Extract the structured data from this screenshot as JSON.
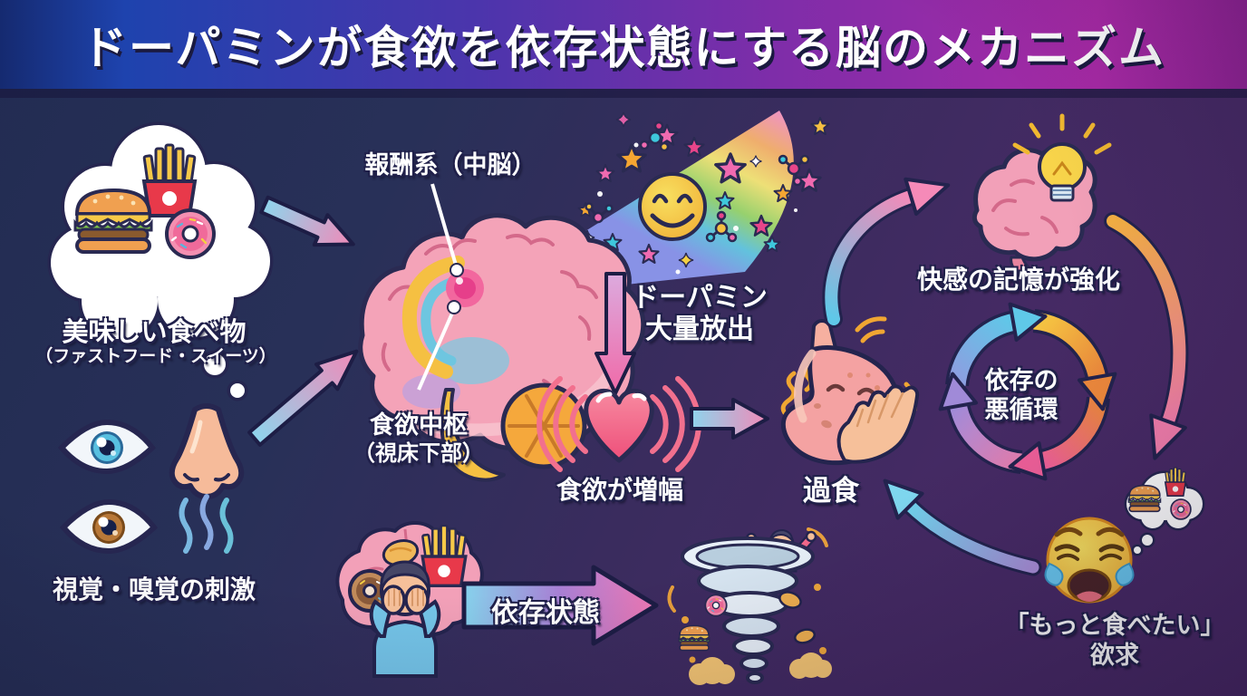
{
  "title": "ドーパミンが食欲を依存状態にする脳のメカニズム",
  "colors": {
    "header_left": "#1e43ae",
    "header_right": "#a82aa6",
    "background_top_left": "#222c52",
    "background_bottom_right": "#4b2a68",
    "arrow_cyan": "#8fd4ec",
    "arrow_pink": "#f08ab8",
    "arrow_orange": "#f5a843",
    "text": "#ffffff"
  },
  "nodes": {
    "tasty_food": {
      "label": "美味しい食べ物",
      "sublabel": "（ファストフード・スイーツ）"
    },
    "senses": {
      "label": "視覚・嗅覚の刺激"
    },
    "reward_system": {
      "label": "報酬系（中脳）"
    },
    "appetite_center": {
      "line1": "食欲中枢",
      "line2": "（視床下部）"
    },
    "dopamine_release": {
      "line1": "ドーパミン",
      "line2": "大量放出"
    },
    "appetite_amplified": {
      "label": "食欲が増幅"
    },
    "overeating": {
      "label": "過食"
    },
    "pleasure_memory": {
      "label": "快感の記憶が強化"
    },
    "addiction_cycle": {
      "line1": "依存の",
      "line2": "悪循環"
    },
    "craving": {
      "line1": "「もっと食べたい」",
      "line2": "欲求"
    },
    "addiction_state": {
      "label": "依存状態"
    }
  },
  "icons": [
    "thought-bubble-food-icon",
    "burger-icon",
    "fries-icon",
    "donut-icon",
    "eye-icon",
    "nose-icon",
    "smell-waves-icon",
    "brain-icon",
    "reward-beam-icon",
    "smiley-icon",
    "star-icon",
    "molecule-icon",
    "sparkle-icon",
    "heart-pulse-icon",
    "stomach-icon",
    "hand-icon",
    "brain-lightbulb-icon",
    "cycle-arrows-icon",
    "crying-emoji-icon",
    "stressed-person-icon",
    "addiction-arrow-icon",
    "tornado-icon"
  ]
}
